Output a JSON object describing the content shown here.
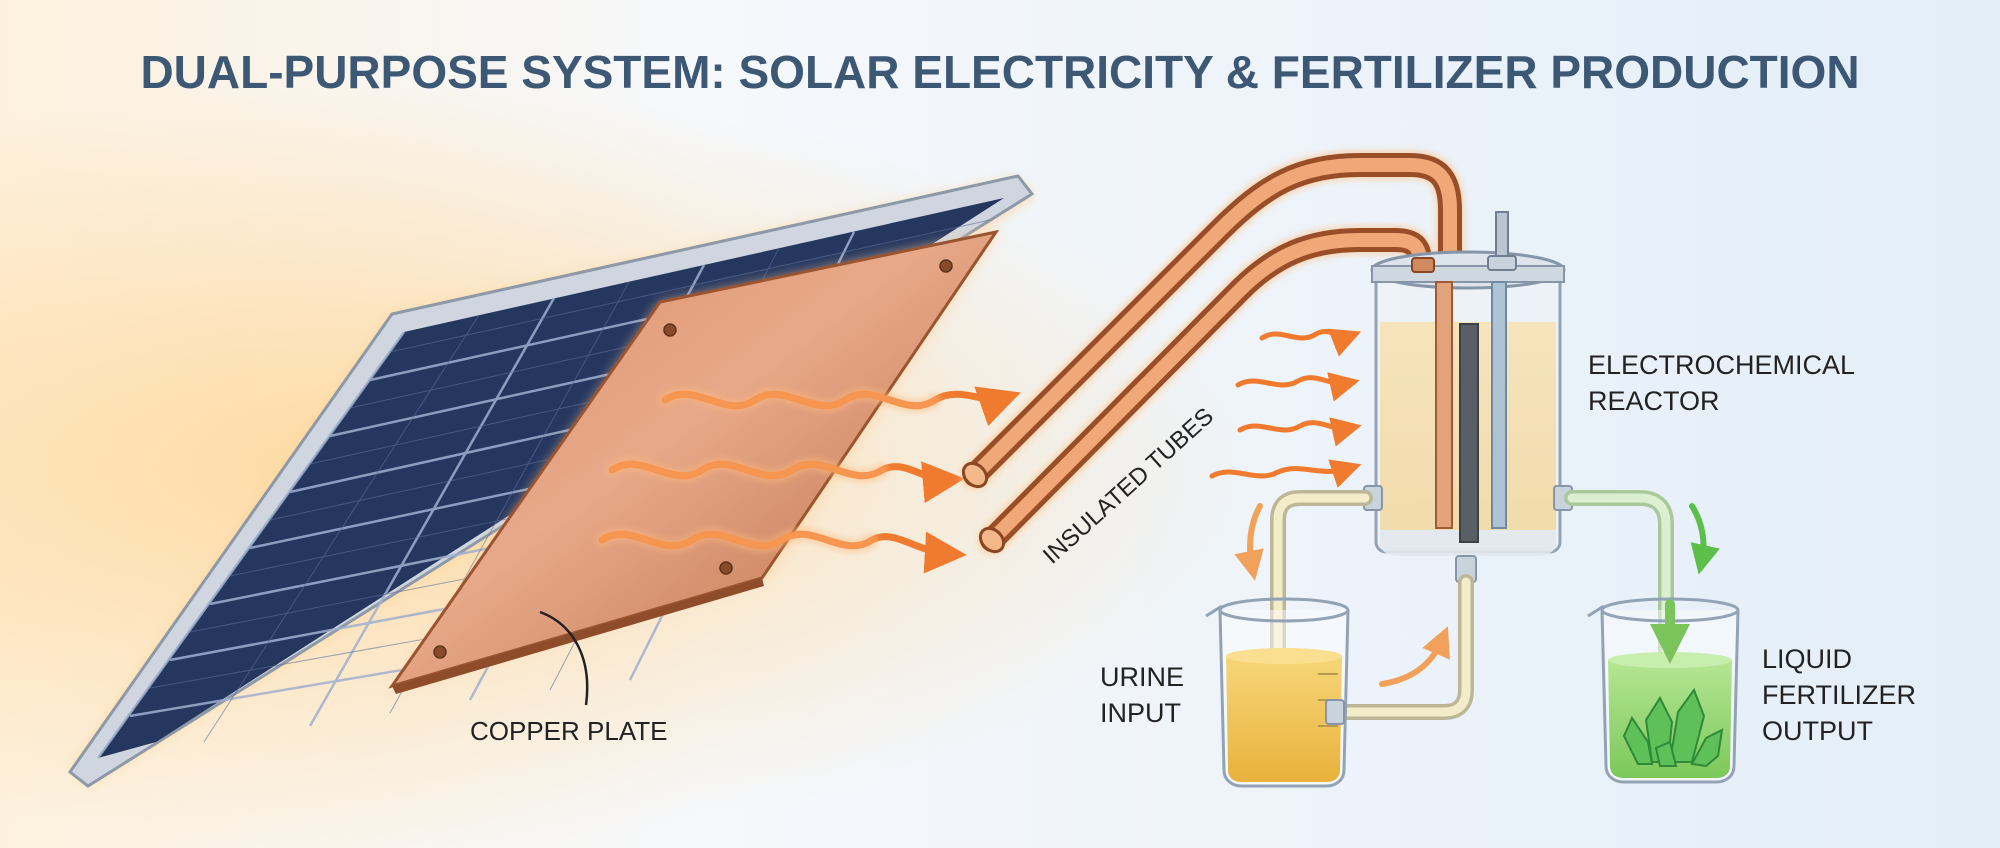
{
  "title": "DUAL-PURPOSE SYSTEM: SOLAR ELECTRICITY & FERTILIZER PRODUCTION",
  "labels": {
    "copper_plate": "COPPER PLATE",
    "insulated_tubes": "INSULATED TUBES",
    "reactor_line1": "ELECTROCHEMICAL",
    "reactor_line2": "REACTOR",
    "urine_line1": "URINE",
    "urine_line2": "INPUT",
    "fert_line1": "LIQUID",
    "fert_line2": "FERTILIZER",
    "fert_line3": "OUTPUT"
  },
  "colors": {
    "title": "#3d5875",
    "copper": "#c7764c",
    "heat_arrow": "#f07a2e",
    "panel_cell": "#25365f",
    "urine": "#f0c44e",
    "fertilizer": "#8fd468",
    "green_arrow": "#5bbf4a"
  }
}
